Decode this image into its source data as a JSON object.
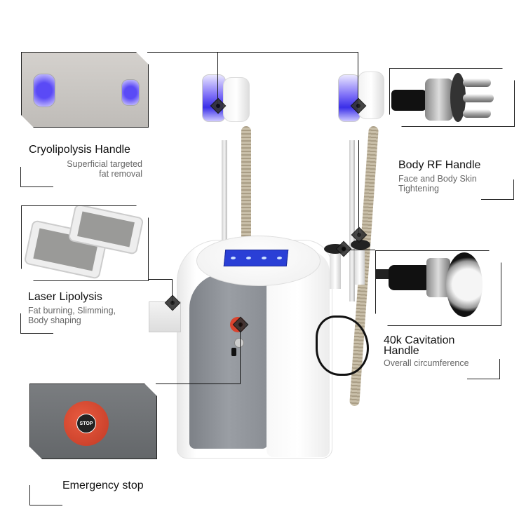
{
  "features": [
    {
      "id": "cryolipolysis",
      "title": "Cryolipolysis Handle",
      "subtitle_lines": [
        "Superficial targeted",
        "fat removal"
      ]
    },
    {
      "id": "body-rf",
      "title": "Body RF Handle",
      "subtitle_lines": [
        "Face and Body Skin",
        "Tightening"
      ]
    },
    {
      "id": "laser",
      "title": "Laser Lipolysis",
      "subtitle_lines": [
        "Fat burning, Slimming,",
        "Body shaping"
      ]
    },
    {
      "id": "cavitation",
      "title_lines": [
        "40k Cavitation",
        "Handle"
      ],
      "subtitle_lines": [
        "Overall circumference"
      ]
    },
    {
      "id": "emergency",
      "title": "Emergency stop"
    }
  ],
  "stop_button_label": "STOP",
  "colors": {
    "screen_blue": "#2a3fd6",
    "panel_gray": "#8c9096",
    "stop_red": "#d9432e",
    "cryo_blue": "#4a3cf0",
    "cable_tan": "#b9ad95"
  }
}
